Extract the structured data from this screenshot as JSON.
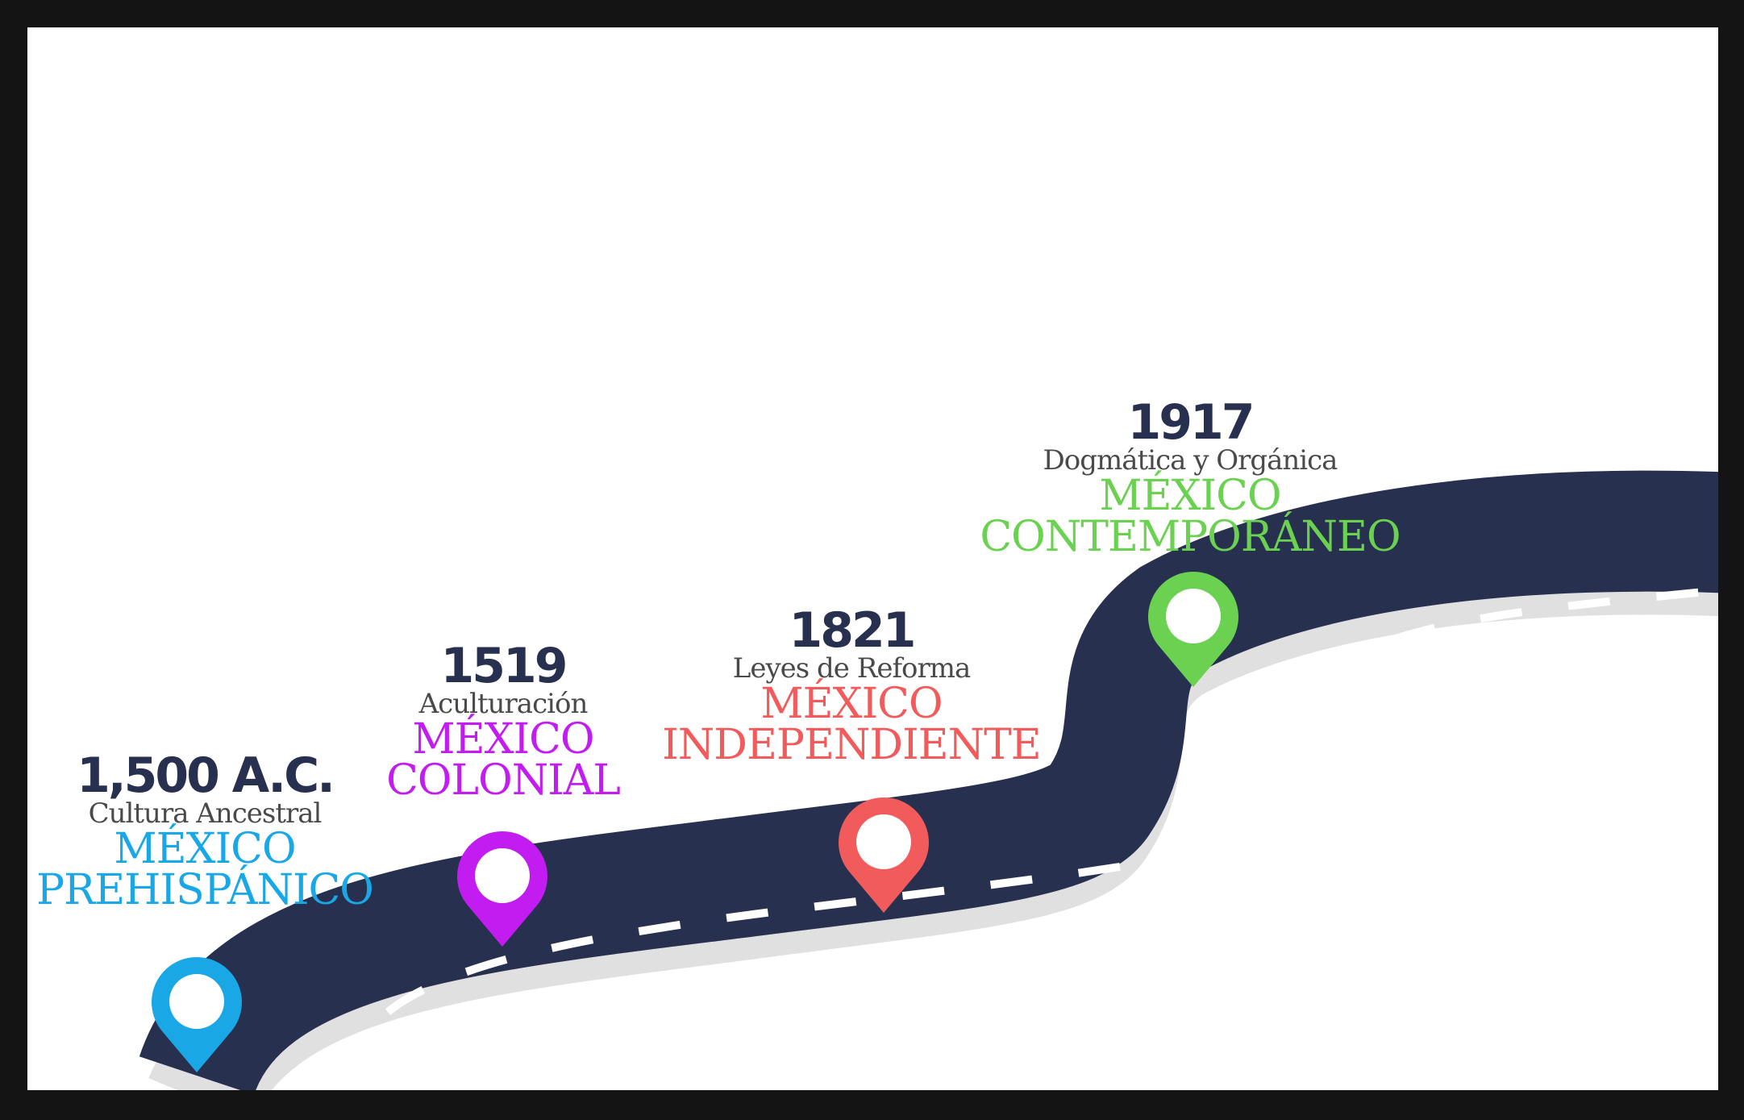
{
  "colors": {
    "road": "#28304f",
    "road_shadow": "#e0e0e0",
    "dash": "#ffffff",
    "year_text": "#28304f",
    "subtitle_text": "#4a4a4a",
    "frame": "#141414",
    "canvas": "#ffffff"
  },
  "milestones": [
    {
      "year": "1,500 A.C.",
      "subtitle": "Cultura Ancestral",
      "era_line1": "MÉXICO",
      "era_line2": "PREHISPÁNICO",
      "color": "#1aa7e6",
      "icon": "map-pin-icon"
    },
    {
      "year": "1519",
      "subtitle": "Aculturación",
      "era_line1": "MÉXICO",
      "era_line2": "COLONIAL",
      "color": "#c21cf0",
      "icon": "map-pin-icon"
    },
    {
      "year": "1821",
      "subtitle": "Leyes de Reforma",
      "era_line1": "MÉXICO",
      "era_line2": "INDEPENDIENTE",
      "color": "#f25b5b",
      "icon": "map-pin-icon"
    },
    {
      "year": "1917",
      "subtitle": "Dogmática y Orgánica",
      "era_line1": "MÉXICO",
      "era_line2": "CONTEMPORÁNEO",
      "color": "#6bd150",
      "icon": "map-pin-icon"
    }
  ]
}
